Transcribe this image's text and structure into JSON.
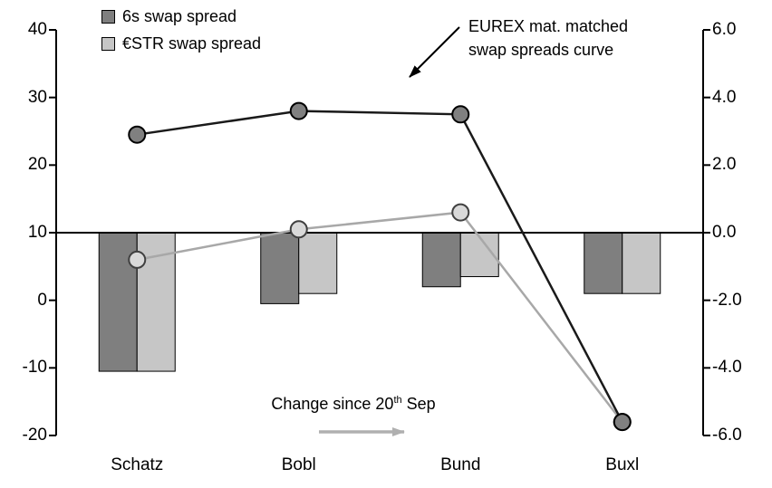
{
  "chart_data": {
    "type": "bar",
    "subtype": "combo-bar-line-dual-axis",
    "categories": [
      "Schatz",
      "Bobl",
      "Bund",
      "Buxl"
    ],
    "left_axis": {
      "ticks": [
        "40",
        "30",
        "20",
        "10",
        "0",
        "-10",
        "-20"
      ],
      "min": -20,
      "max": 40
    },
    "right_axis": {
      "ticks": [
        "6.0",
        "4.0",
        "2.0",
        "0.0",
        "-2.0",
        "-4.0",
        "-6.0"
      ],
      "min": -6.0,
      "max": 6.0
    },
    "baseline_left_value": 10,
    "bar_series": [
      {
        "name": "6s swap spread change since 20th Sep",
        "axis": "right",
        "color": "#7f7f7f",
        "values": [
          -4.1,
          -2.1,
          -1.6,
          -1.8
        ]
      },
      {
        "name": "ESTR swap spread change since 20th Sep",
        "axis": "right",
        "color": "#c6c6c6",
        "values": [
          -4.1,
          -1.8,
          -1.3,
          -1.8
        ]
      }
    ],
    "line_series": [
      {
        "name": "ESTR swap spread level",
        "axis": "left",
        "color": "#a8a8a8",
        "marker_fill": "#d9d9d9",
        "marker_stroke": "#404040",
        "values": [
          6,
          10.5,
          13,
          -18
        ]
      },
      {
        "name": "6s swap spread level",
        "axis": "left",
        "color": "#1a1a1a",
        "marker_fill": "#808080",
        "marker_stroke": "#000000",
        "values": [
          24.5,
          28,
          27.5,
          -18
        ]
      }
    ],
    "legend": [
      {
        "label": "6s swap spread",
        "color": "#7f7f7f"
      },
      {
        "label": "€STR swap spread",
        "color": "#c6c6c6"
      }
    ],
    "annotations": {
      "curve_label_line1": "EUREX mat. matched",
      "curve_label_line2": "swap spreads curve",
      "change_label_pre": "Change since 20",
      "change_label_sup": "th",
      "change_label_post": " Sep"
    },
    "colors": {
      "axis": "#000000",
      "gray_arrow": "#b0b0b0"
    }
  }
}
